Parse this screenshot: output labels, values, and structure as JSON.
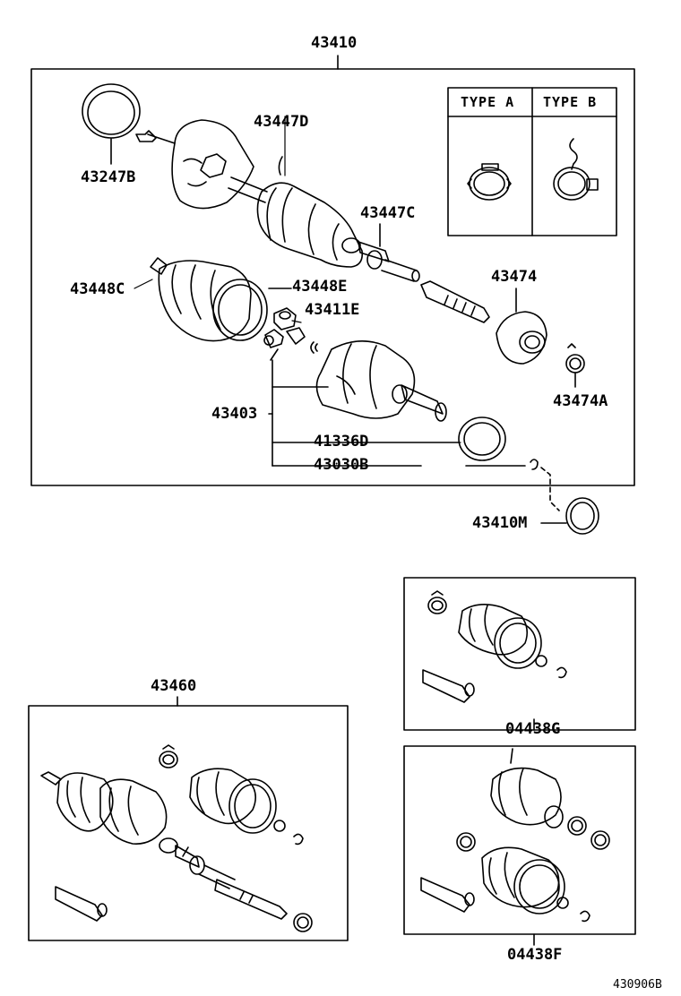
{
  "parts": {
    "p43410": "43410",
    "p43247b": "43247B",
    "p43447d": "43447D",
    "p43447c": "43447C",
    "p43448c": "43448C",
    "p43448e": "43448E",
    "p43411e": "43411E",
    "p43474": "43474",
    "p43474a": "43474A",
    "p43403": "43403",
    "p41336d": "41336D",
    "p43030b": "43030B",
    "p43410m": "43410M",
    "p43460": "43460",
    "p04438g": "04438G",
    "p04438f": "04438F"
  },
  "legend": {
    "type_a": "TYPE A",
    "type_b": "TYPE B"
  },
  "diagram_code": "430906B"
}
